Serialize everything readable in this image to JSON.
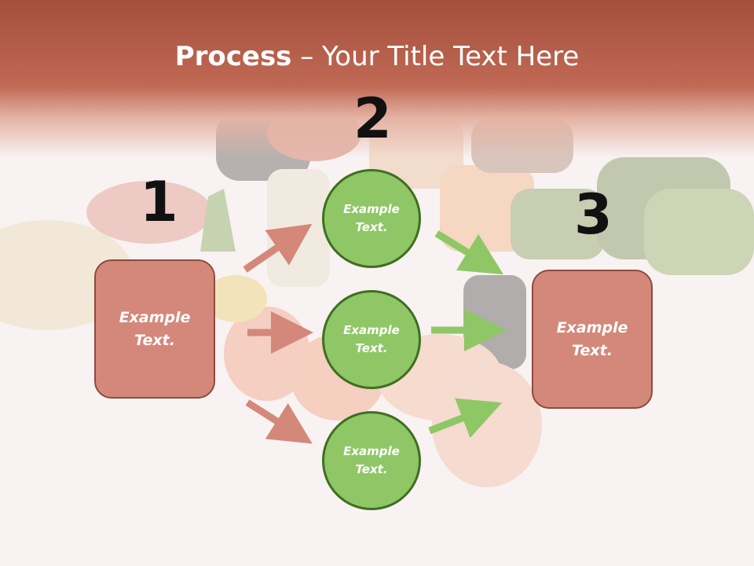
{
  "slide": {
    "title_bold": "Process",
    "title_rest": " – Your Title Text Here"
  },
  "steps": {
    "one": "1",
    "two": "2",
    "three": "3"
  },
  "boxes": {
    "left": "Example Text.",
    "right": "Example Text."
  },
  "circles": {
    "top": "Example Text.",
    "middle": "Example Text.",
    "bottom": "Example Text."
  },
  "colors": {
    "header": "#b85c46",
    "box_fill": "#d4887a",
    "circle_fill": "#8fc766",
    "arrow_red": "#d4887a",
    "arrow_green": "#8fc766"
  }
}
